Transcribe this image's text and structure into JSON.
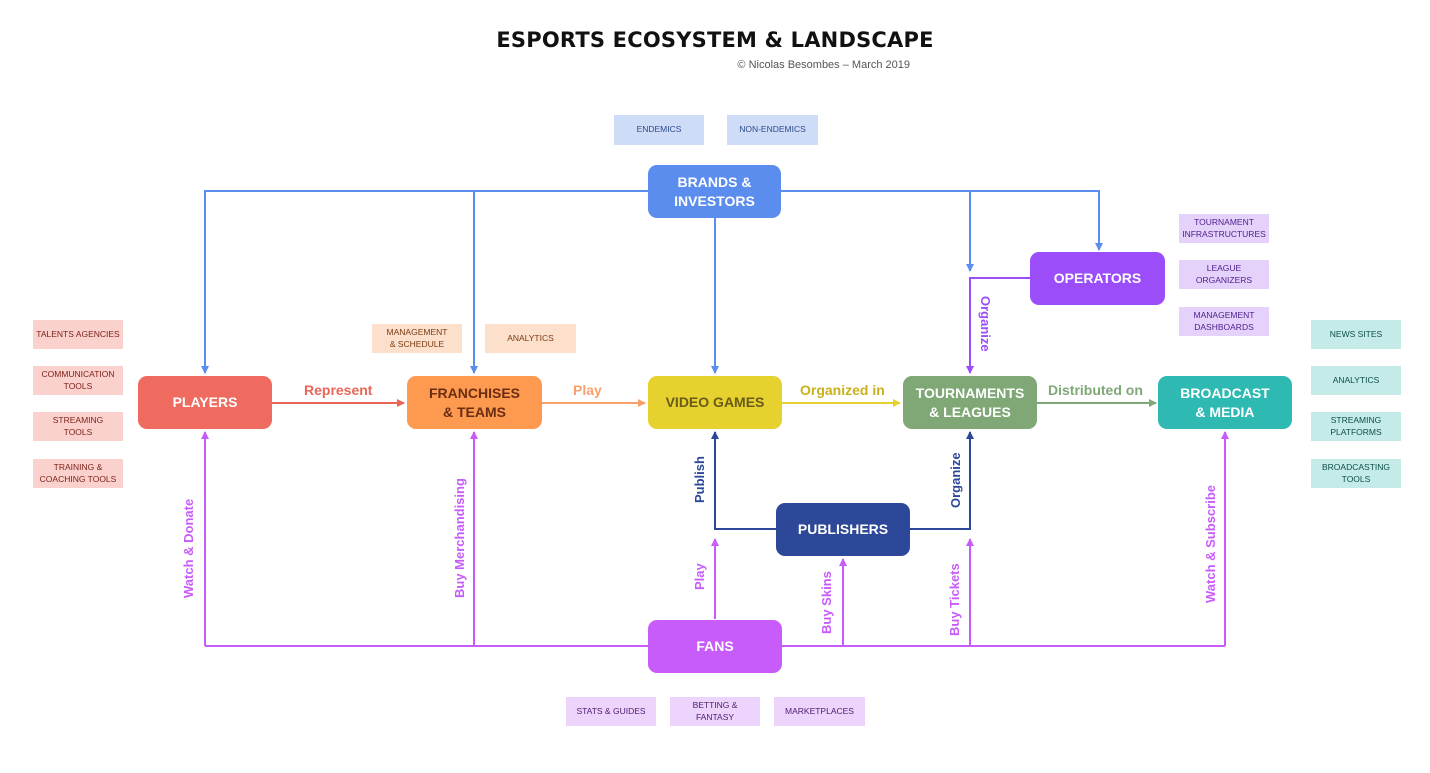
{
  "title": "ESPORTS ECOSYSTEM & LANDSCAPE",
  "subtitle": "© Nicolas Besombes – March 2019",
  "nodes": {
    "brands": "BRANDS &\nINVESTORS",
    "operators": "OPERATORS",
    "players": "PLAYERS",
    "franchises": "FRANCHISES\n& TEAMS",
    "video_games": "VIDEO GAMES",
    "tournaments": "TOURNAMENTS\n& LEAGUES",
    "broadcast": "BROADCAST\n& MEDIA",
    "publishers": "PUBLISHERS",
    "fans": "FANS"
  },
  "tags": {
    "brands": [
      "ENDEMICS",
      "NON-ENDEMICS"
    ],
    "operators": [
      "TOURNAMENT\nINFRASTRUCTURES",
      "LEAGUE\nORGANIZERS",
      "MANAGEMENT\nDASHBOARDS"
    ],
    "players": [
      "TALENTS AGENCIES",
      "COMMUNICATION\nTOOLS",
      "STREAMING\nTOOLS",
      "TRAINING &\nCOACHING TOOLS"
    ],
    "franchises": [
      "MANAGEMENT\n& SCHEDULE",
      "ANALYTICS"
    ],
    "broadcast": [
      "NEWS SITES",
      "ANALYTICS",
      "STREAMING\nPLATFORMS",
      "BROADCASTING\nTOOLS"
    ],
    "fans": [
      "STATS & GUIDES",
      "BETTING &\nFANTASY",
      "MARKETPLACES"
    ]
  },
  "edges": {
    "represent": "Represent",
    "play": "Play",
    "organized_in": "Organized in",
    "distributed_on": "Distributed on",
    "operators_organize": "Organize",
    "publish": "Publish",
    "publishers_organize": "Organize",
    "watch_donate": "Watch & Donate",
    "buy_merchandising": "Buy Merchandising",
    "fans_play": "Play",
    "buy_skins": "Buy Skins",
    "buy_tickets": "Buy Tickets",
    "watch_subscribe": "Watch & Subscribe"
  },
  "colors": {
    "brands": "#5b8def",
    "operators": "#9b4dfa",
    "players": "#ef6b5f",
    "franchises": "#fd9a4f",
    "video_games": "#e6d12f",
    "tournaments": "#7fa876",
    "broadcast": "#2ebab2",
    "publishers": "#2d4799",
    "fans": "#c85cfb",
    "label_organized": "#c9b01d",
    "label_represent": "#ea6557",
    "label_play": "#f8a06a"
  }
}
